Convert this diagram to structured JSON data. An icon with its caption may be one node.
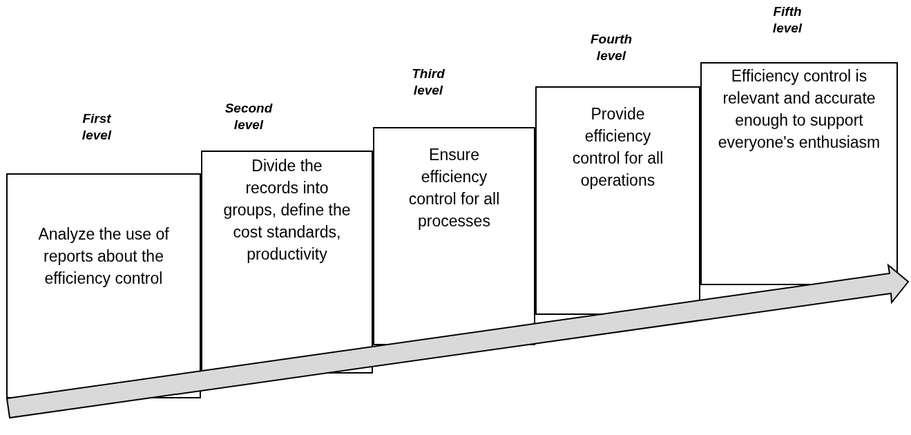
{
  "diagram": {
    "nodes": [
      {
        "text": [
          "Analyze the use of reports about the efficiency control"
        ],
        "beside": [
          "First level"
        ]
      },
      {
        "text": [
          "Divide the records into groups, define the cost standards, productivity"
        ],
        "beside": [
          "Second level"
        ]
      },
      {
        "text": [
          "Ensure efficiency control for all processes"
        ],
        "beside": [
          "Third level"
        ]
      },
      {
        "text": [
          "Provide efficiency control for all operations"
        ],
        "beside": [
          "Fourth level"
        ]
      },
      {
        "text": [
          "Efficiency control is relevant and accurate enough to support everyone's enthusiasm"
        ],
        "beside": [
          "Fifth level"
        ]
      }
    ]
  }
}
